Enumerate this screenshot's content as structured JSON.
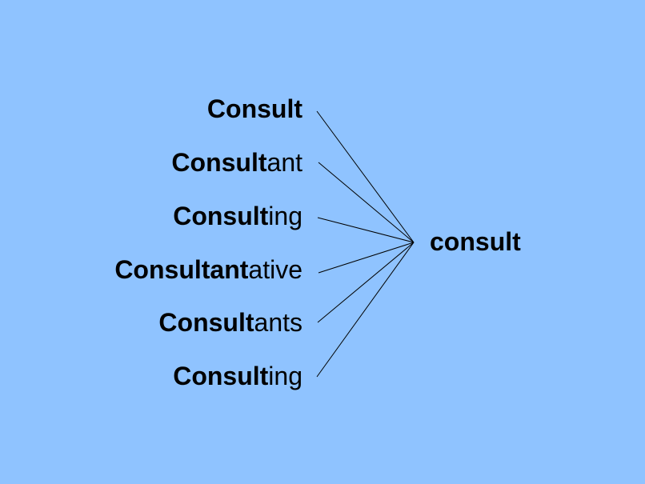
{
  "variants": [
    {
      "stem": "Consult",
      "suffix": ""
    },
    {
      "stem": "Consult",
      "suffix": "ant"
    },
    {
      "stem": "Consult",
      "suffix": "ing"
    },
    {
      "stem": "Consultant",
      "suffix": "ative"
    },
    {
      "stem": "Consult",
      "suffix": "ants"
    },
    {
      "stem": "Consult",
      "suffix": "ing"
    }
  ],
  "root": "consult",
  "colors": {
    "background": "#8fc3ff",
    "text": "#000000",
    "line": "#000000"
  }
}
